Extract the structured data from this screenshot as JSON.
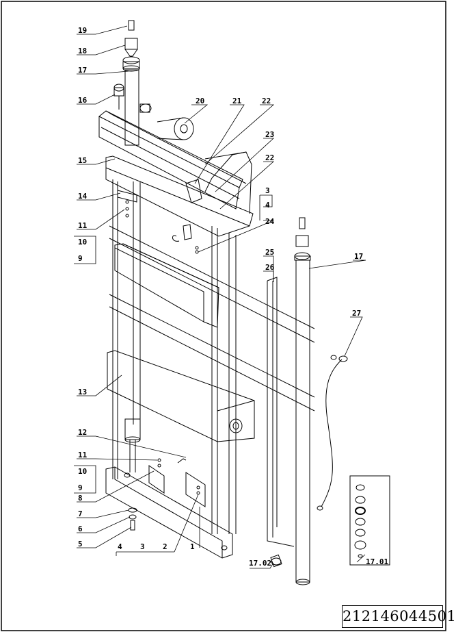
{
  "drawing": {
    "number": "212146044501",
    "part_labels": {
      "p19": "19",
      "p18": "18",
      "p17": "17",
      "p16": "16",
      "p20": "20",
      "p21": "21",
      "p22a": "22",
      "p23": "23",
      "p22b": "22",
      "p15": "15",
      "p14": "14",
      "p3a": "3",
      "p4a": "4",
      "p24": "24",
      "p11a": "11",
      "p10a": "10",
      "p9a": "9",
      "p25": "25",
      "p26": "26",
      "p17b": "17",
      "p27": "27",
      "p13": "13",
      "p12": "12",
      "p11b": "11",
      "p10b": "10",
      "p9b": "9",
      "p8": "8",
      "p7": "7",
      "p6": "6",
      "p5": "5",
      "p4b": "4",
      "p3b": "3",
      "p2": "2",
      "p1": "1",
      "p1702": "17.02",
      "p1701": "17.01"
    }
  }
}
